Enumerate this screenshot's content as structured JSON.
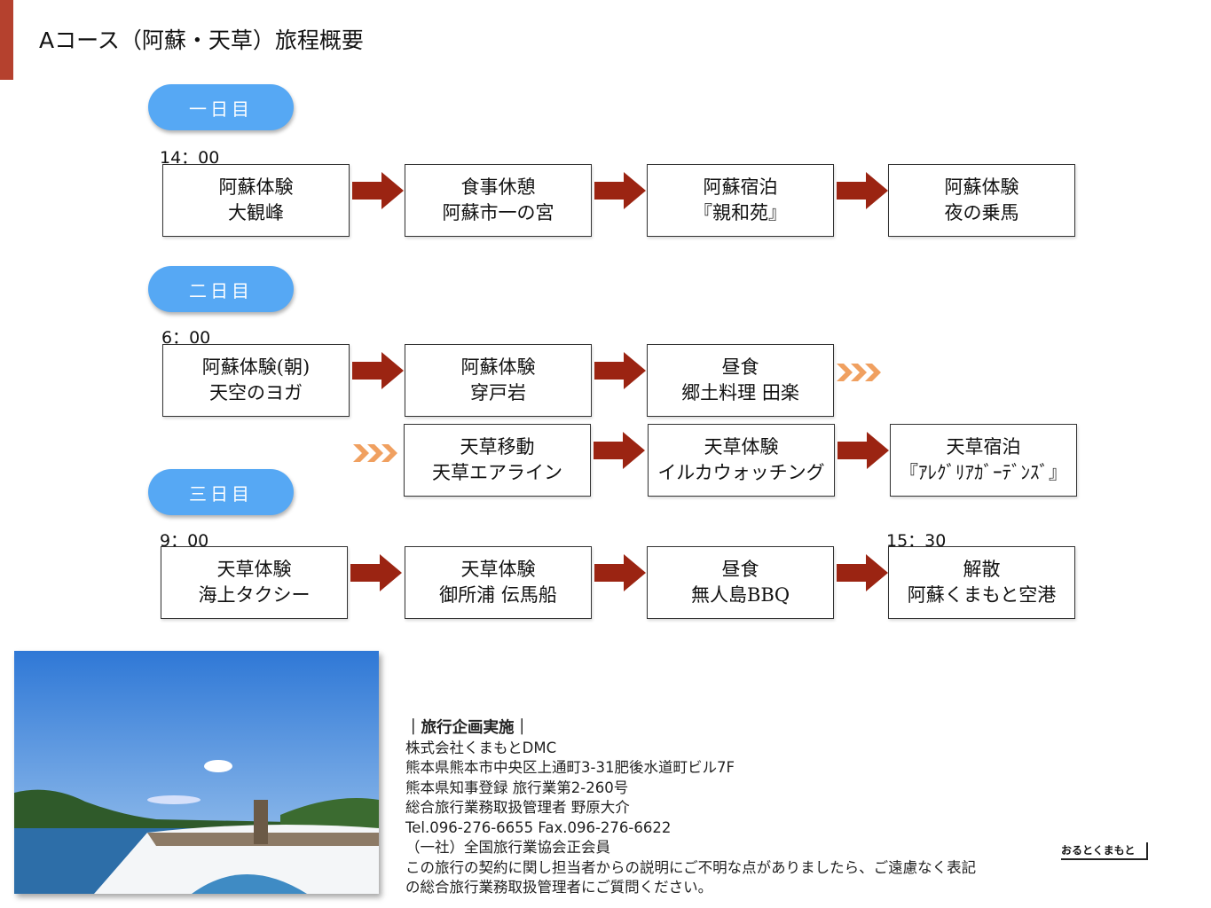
{
  "title": "Aコース（阿蘇・天草）旅程概要",
  "days": [
    {
      "label": "一日目",
      "time": "14：00"
    },
    {
      "label": "二日目",
      "time": "6：00"
    },
    {
      "label": "三日目",
      "time": "9：00",
      "end_time": "15：30"
    }
  ],
  "day1": [
    [
      "阿蘇体験",
      "大観峰"
    ],
    [
      "食事休憩",
      "阿蘇市一の宮"
    ],
    [
      "阿蘇宿泊",
      "『親和苑』"
    ],
    [
      "阿蘇体験",
      "夜の乗馬"
    ]
  ],
  "day2a": [
    [
      "阿蘇体験(朝)",
      "天空のヨガ"
    ],
    [
      "阿蘇体験",
      "穿戸岩"
    ],
    [
      "昼食",
      "郷土料理 田楽"
    ]
  ],
  "day2b": [
    [
      "天草移動",
      "天草エアライン"
    ],
    [
      "天草体験",
      "イルカウォッチング"
    ],
    [
      "天草宿泊",
      "『ｱﾚｸﾞﾘｱｶﾞｰﾃﾞﾝｽﾞ』"
    ]
  ],
  "day3": [
    [
      "天草体験",
      "海上タクシー"
    ],
    [
      "天草体験",
      "御所浦 伝馬船"
    ],
    [
      "昼食",
      "無人島BBQ"
    ],
    [
      "解散",
      "阿蘇くまもと空港"
    ]
  ],
  "info": {
    "heading": "｜旅行企画実施｜",
    "lines": [
      "株式会社くまもとDMC",
      "熊本県熊本市中央区上通町3-31肥後水道町ビル7F",
      "熊本県知事登録 旅行業第2-260号",
      "総合旅行業務取扱管理者 野原大介",
      "Tel.096-276-6655 Fax.096-276-6622",
      "（一社）全国旅行業協会正会員",
      "この旅行の契約に関し担当者からの説明にご不明な点がありましたら、ご遠慮なく表記",
      "の総合旅行業務取扱管理者にご質問ください。"
    ]
  },
  "brand": "おるとくまもと",
  "colors": {
    "pill": "#56a8f4",
    "arrow": "#9b2412",
    "chevron": "#f0a060",
    "accent": "#b5412e"
  }
}
